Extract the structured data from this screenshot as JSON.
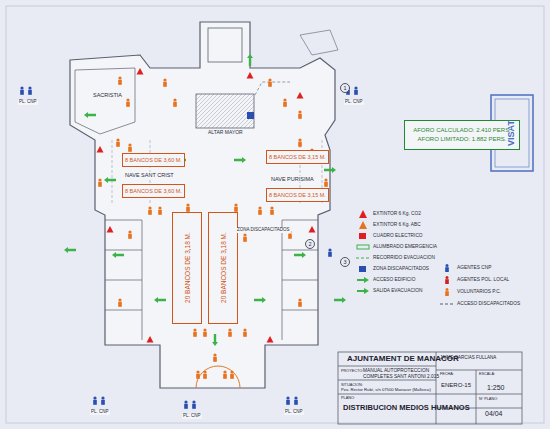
{
  "diagram": {
    "nodes": [
      {
        "text": [
          "8 BANCOS DE 3,60 M."
        ]
      },
      {
        "text": [
          "8 BANCOS DE 3,15 M."
        ]
      },
      {
        "text": [
          "8 BANCOS DE 3,60 M."
        ]
      },
      {
        "text": [
          "8 BANCOS DE 3,15 M."
        ]
      },
      {
        "text": [
          "AFORO CALCULADO: 2.410 PERS.",
          "AFORO LIMITADO: 1.882 PERS."
        ]
      },
      {
        "text": [
          "20 BANCOS DE 3,18 M."
        ]
      },
      {
        "text": [
          "20 BANCOS DE 3,18 M."
        ]
      }
    ],
    "labels": [
      "SACRISTIA",
      "ALTAR MAYOR",
      "NAVE SANT CRIST",
      "NAVE PURISIMA",
      "ZONA DISCAPACITADOS",
      "PL. CNP",
      "PL. CNP",
      "PL. CNP",
      "PL. CNP",
      "PL. CNP",
      "1",
      "2",
      "3",
      "AJUNTAMENT DE MANACOR",
      "PROYECTO:",
      "MANUAL AUTOPROTECCION",
      "COMPLETES SANT ANTONI 2.015",
      "SITUACION:",
      "Pza. Rector Rubí, s/n 07500 Manacor (Mallorca)",
      "PLANO:",
      "DISTRIBUCION MEDIOS HUMANOS",
      "JAIME GARCIAS FULLANA",
      "FECHA:",
      "ENERO-15",
      "ESCALA:",
      "1:250",
      "Nº PLANO:",
      "04/04",
      "VISAT"
    ],
    "legend": [
      {
        "text": "EXTINTOR 6 Kg. CO2"
      },
      {
        "text": "EXTINTOR 6 Kg. ABC"
      },
      {
        "text": "CUADRO ELECTRICO"
      },
      {
        "text": "ALUMBRADO EMERGENCIA"
      },
      {
        "text": "RECORRIDO EVACUACION"
      },
      {
        "text": "ZONA DISCAPACITADOS"
      },
      {
        "text": "ACCESO EDIFICIO"
      },
      {
        "text": "SALIDA EVACUACION"
      },
      {
        "text": "AGENTES CNP"
      },
      {
        "text": "AGENTES POL. LOCAL"
      },
      {
        "text": "VOLUNTARIOS P.C."
      },
      {
        "text": "ACCESO DISCAPACITADOS"
      }
    ]
  }
}
